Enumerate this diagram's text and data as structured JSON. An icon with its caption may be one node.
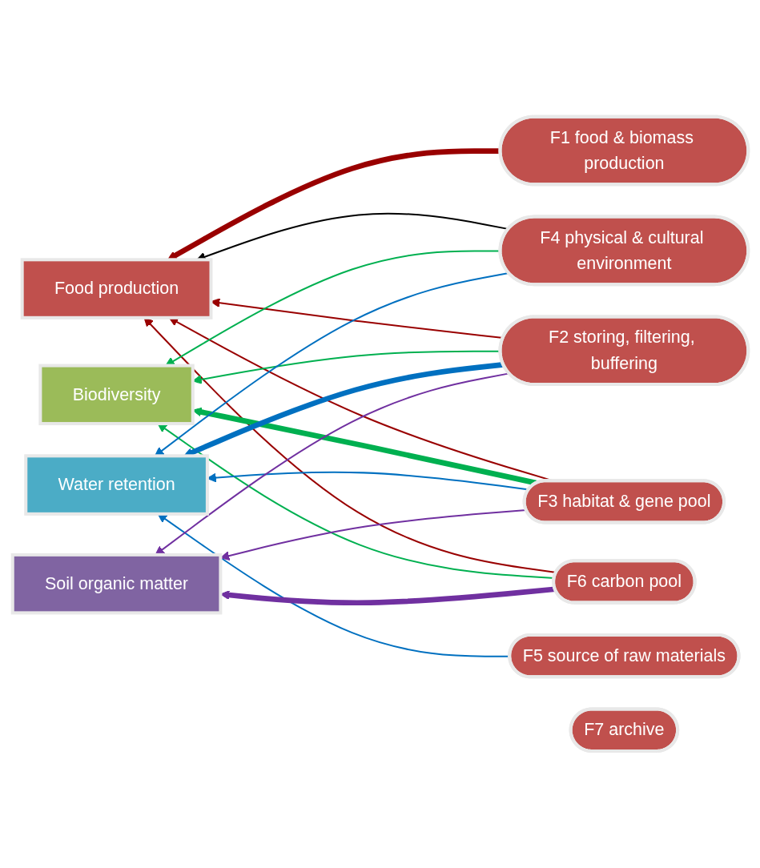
{
  "diagram": {
    "nodes": [
      {
        "text": [
          "Food production"
        ]
      },
      {
        "text": [
          "Biodiversity"
        ]
      },
      {
        "text": [
          "Water retention"
        ]
      },
      {
        "text": [
          "Soil organic matter"
        ]
      },
      {
        "text": [
          "F1 food & biomass production"
        ]
      },
      {
        "text": [
          "F2 storing, filtering, buffering"
        ]
      },
      {
        "text": [
          "F3 habitat & gene pool"
        ]
      },
      {
        "text": [
          "F4 physical & cultural environment"
        ]
      },
      {
        "text": [
          "F5 source of raw materials"
        ]
      },
      {
        "text": [
          "F6 carbon pool"
        ]
      },
      {
        "text": [
          "F7 archive"
        ]
      }
    ],
    "edges": [
      {
        "from": 4,
        "to": 0,
        "arrow": "to",
        "style": "thick",
        "color": "#990000"
      },
      {
        "from": 5,
        "to": 0,
        "arrow": "to",
        "color": "#990000"
      },
      {
        "from": 6,
        "to": 0,
        "arrow": "to",
        "color": "#990000"
      },
      {
        "from": 7,
        "to": 0,
        "arrow": "to",
        "color": "#000000"
      },
      {
        "from": 9,
        "to": 0,
        "arrow": "to",
        "color": "#990000"
      },
      {
        "from": 6,
        "to": 1,
        "arrow": "to",
        "style": "thick",
        "color": "#00b050"
      },
      {
        "from": 5,
        "to": 1,
        "arrow": "to",
        "color": "#00b050"
      },
      {
        "from": 7,
        "to": 1,
        "arrow": "to",
        "color": "#00b050"
      },
      {
        "from": 9,
        "to": 1,
        "arrow": "to",
        "color": "#00b050"
      },
      {
        "from": 5,
        "to": 2,
        "arrow": "to",
        "style": "thick",
        "color": "#0070c0"
      },
      {
        "from": 6,
        "to": 2,
        "arrow": "to",
        "color": "#0070c0"
      },
      {
        "from": 7,
        "to": 2,
        "arrow": "to",
        "color": "#0070c0"
      },
      {
        "from": 8,
        "to": 2,
        "arrow": "to",
        "color": "#0070c0"
      },
      {
        "from": 9,
        "to": 3,
        "arrow": "to",
        "style": "thick",
        "color": "#7030a0"
      },
      {
        "from": 5,
        "to": 3,
        "arrow": "to",
        "color": "#7030a0"
      },
      {
        "from": 6,
        "to": 3,
        "arrow": "to",
        "color": "#7030a0"
      }
    ]
  }
}
